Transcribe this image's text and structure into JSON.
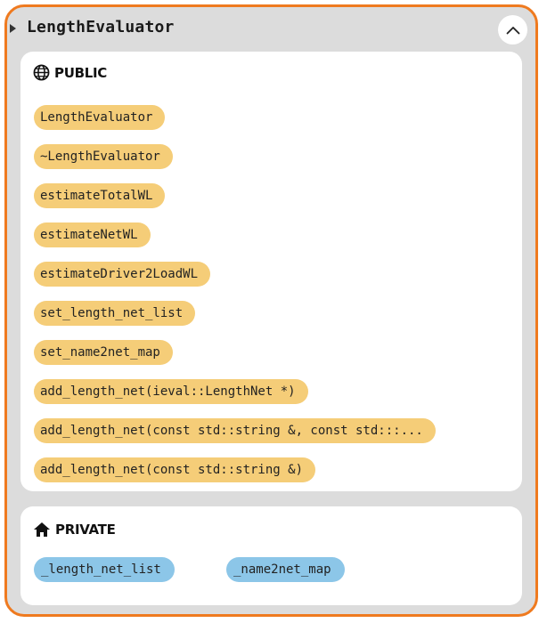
{
  "class_name": "LengthEvaluator",
  "public": {
    "label": "PUBLIC",
    "methods": [
      "LengthEvaluator",
      "~LengthEvaluator",
      "estimateTotalWL",
      "estimateNetWL",
      "estimateDriver2LoadWL",
      "set_length_net_list",
      "set_name2net_map",
      "add_length_net(ieval::LengthNet *)",
      "add_length_net(const std::string &, const std:::...",
      "add_length_net(const std::string &)"
    ]
  },
  "private": {
    "label": "PRIVATE",
    "members": [
      "_length_net_list",
      "_name2net_map"
    ]
  },
  "colors": {
    "border": "#ef7a1f",
    "public_pill": "#f5cd78",
    "private_pill": "#8cc6e8",
    "card_bg": "#dcdcdc"
  },
  "icons": {
    "expand": "triangle-right-icon",
    "collapse": "chevron-up-icon",
    "public": "globe-icon",
    "private": "home-icon"
  }
}
